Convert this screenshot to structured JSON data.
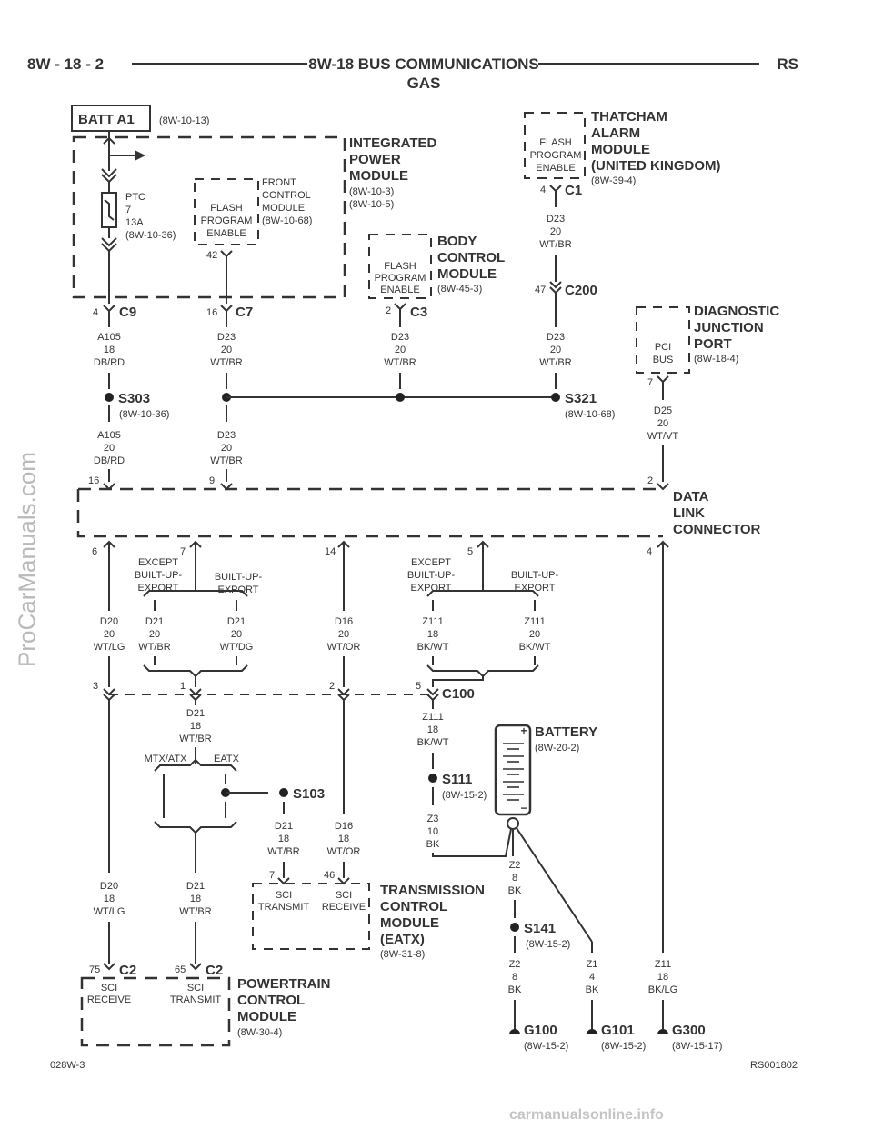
{
  "header": {
    "page_num": "8W - 18 - 2",
    "title": "8W-18 BUS COMMUNICATIONS",
    "subtitle": "GAS",
    "section": "RS"
  },
  "batt": {
    "label": "BATT A1",
    "ref": "(8W-10-13)"
  },
  "ipm": {
    "title": [
      "INTEGRATED",
      "POWER",
      "MODULE"
    ],
    "refs": [
      "(8W-10-3)",
      "(8W-10-5)"
    ],
    "ptc": [
      "PTC",
      "7",
      "13A",
      "(8W-10-36)"
    ]
  },
  "fcm": {
    "title": [
      "FRONT",
      "CONTROL",
      "MODULE",
      "(8W-10-68)"
    ],
    "flash": [
      "FLASH",
      "PROGRAM",
      "ENABLE"
    ],
    "pin": "42"
  },
  "bcm": {
    "title": [
      "BODY",
      "CONTROL",
      "MODULE"
    ],
    "ref": "(8W-45-3)",
    "flash": [
      "FLASH",
      "PROGRAM",
      "ENABLE"
    ]
  },
  "tam": {
    "title": [
      "THATCHAM",
      "ALARM",
      "MODULE",
      "(UNITED KINGDOM)"
    ],
    "ref": "(8W-39-4)",
    "flash": [
      "FLASH",
      "PROGRAM",
      "ENABLE"
    ]
  },
  "djp": {
    "title": [
      "DIAGNOSTIC",
      "JUNCTION",
      "PORT"
    ],
    "ref": "(8W-18-4)",
    "inner": [
      "PCI",
      "BUS"
    ],
    "pin": "7"
  },
  "connectors": {
    "c9": {
      "name": "C9",
      "pin": "4"
    },
    "c7": {
      "name": "C7",
      "pin": "16"
    },
    "c3": {
      "name": "C3",
      "pin": "2"
    },
    "c1": {
      "name": "C1",
      "pin": "4"
    },
    "c200": {
      "name": "C200",
      "pin": "47"
    },
    "c100": {
      "name": "C100",
      "pin": "5"
    },
    "c2a": {
      "name": "C2",
      "pin": "75"
    },
    "c2b": {
      "name": "C2",
      "pin": "65"
    }
  },
  "wires": {
    "a105_top": [
      "A105",
      "18",
      "DB/RD"
    ],
    "a105_bot": [
      "A105",
      "20",
      "DB/RD"
    ],
    "d23_c7": [
      "D23",
      "20",
      "WT/BR"
    ],
    "d23_c7_bot": [
      "D23",
      "20",
      "WT/BR"
    ],
    "d23_c3": [
      "D23",
      "20",
      "WT/BR"
    ],
    "d23_c1": [
      "D23",
      "20",
      "WT/BR"
    ],
    "d23_c200": [
      "D23",
      "20",
      "WT/BR"
    ],
    "d25": [
      "D25",
      "20",
      "WT/VT"
    ],
    "d20_top": [
      "D20",
      "20",
      "WT/LG"
    ],
    "d21_a": [
      "D21",
      "20",
      "WT/BR"
    ],
    "d21_b": [
      "D21",
      "20",
      "WT/DG"
    ],
    "d16_top": [
      "D16",
      "20",
      "WT/OR"
    ],
    "z111_a": [
      "Z111",
      "18",
      "BK/WT"
    ],
    "z111_b": [
      "Z111",
      "20",
      "BK/WT"
    ],
    "d21_mid": [
      "D21",
      "18",
      "WT/BR"
    ],
    "z111_c100": [
      "Z111",
      "18",
      "BK/WT"
    ],
    "z3": [
      "Z3",
      "10",
      "BK"
    ],
    "d21_s103": [
      "D21",
      "18",
      "WT/BR"
    ],
    "d16_bot": [
      "D16",
      "18",
      "WT/OR"
    ],
    "z2_top": [
      "Z2",
      "8",
      "BK"
    ],
    "d20_bot": [
      "D20",
      "18",
      "WT/LG"
    ],
    "d21_bot": [
      "D21",
      "18",
      "WT/BR"
    ],
    "z2_bot": [
      "Z2",
      "8",
      "BK"
    ],
    "z1": [
      "Z1",
      "4",
      "BK"
    ],
    "z11": [
      "Z11",
      "18",
      "BK/LG"
    ]
  },
  "splices": {
    "s303": {
      "name": "S303",
      "ref": "(8W-10-36)"
    },
    "s321": {
      "name": "S321",
      "ref": "(8W-10-68)"
    },
    "s111": {
      "name": "S111",
      "ref": "(8W-15-2)"
    },
    "s103": {
      "name": "S103"
    },
    "s141": {
      "name": "S141",
      "ref": "(8W-15-2)"
    }
  },
  "dlc": {
    "title": [
      "DATA",
      "LINK",
      "CONNECTOR"
    ],
    "top_pins": [
      "16",
      "9",
      "2"
    ],
    "bot_pins": [
      "6",
      "7",
      "14",
      "5",
      "4"
    ]
  },
  "options": {
    "except_a": [
      "EXCEPT",
      "BUILT-UP-",
      "EXPORT"
    ],
    "built_a": [
      "BUILT-UP-",
      "EXPORT"
    ],
    "except_b": [
      "EXCEPT",
      "BUILT-UP-",
      "EXPORT"
    ],
    "built_b": [
      "BUILT-UP-",
      "EXPORT"
    ],
    "mtx": "MTX/ATX",
    "eatx": "EATX"
  },
  "c100_pins": [
    "3",
    "1",
    "2",
    "5"
  ],
  "battery": {
    "name": "BATTERY",
    "ref": "(8W-20-2)",
    "plus": "+",
    "minus": "−"
  },
  "tcm": {
    "title": [
      "TRANSMISSION",
      "CONTROL",
      "MODULE",
      "(EATX)"
    ],
    "ref": "(8W-31-8)",
    "pins": [
      "7",
      "46"
    ],
    "t1": [
      "SCI",
      "TRANSMIT"
    ],
    "t2": [
      "SCI",
      "RECEIVE"
    ]
  },
  "pcm": {
    "title": [
      "POWERTRAIN",
      "CONTROL",
      "MODULE"
    ],
    "ref": "(8W-30-4)",
    "t1": [
      "SCI",
      "RECEIVE"
    ],
    "t2": [
      "SCI",
      "TRANSMIT"
    ]
  },
  "grounds": {
    "g100": {
      "name": "G100",
      "ref": "(8W-15-2)"
    },
    "g101": {
      "name": "G101",
      "ref": "(8W-15-2)"
    },
    "g300": {
      "name": "G300",
      "ref": "(8W-15-17)"
    }
  },
  "footer": {
    "left": "028W-3",
    "right": "RS001802"
  },
  "watermarks": {
    "side": "ProCarManuals.com",
    "bottom": "carmanualsonline.info"
  }
}
